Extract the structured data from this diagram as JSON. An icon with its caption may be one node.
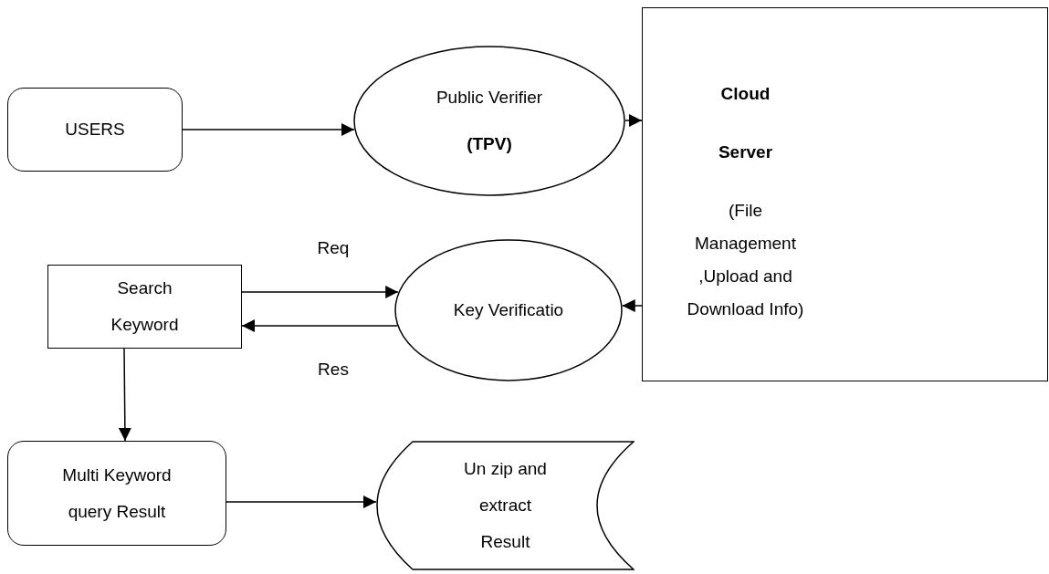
{
  "diagram": {
    "nodes": [
      {
        "text": [
          "USERS"
        ]
      },
      {
        "text": [
          "Public Verifier",
          "(TPV)"
        ]
      },
      {
        "text": [
          "Cloud Server",
          "(File Management ,Upload and Download Info)"
        ]
      },
      {
        "text": [
          "Search Keyword"
        ]
      },
      {
        "text": [
          "Key Verificatio"
        ]
      },
      {
        "text": [
          "Multi Keyword query Result"
        ]
      },
      {
        "text": [
          "Un zip and extract Result"
        ]
      }
    ],
    "edges": [
      {
        "from": 0,
        "to": 1,
        "arrow": "to"
      },
      {
        "from": 1,
        "to": 2,
        "arrow": "to"
      },
      {
        "from": 3,
        "to": 4,
        "arrow": "to",
        "label": "Req"
      },
      {
        "from": 4,
        "to": 3,
        "arrow": "to",
        "label": "Res"
      },
      {
        "from": 2,
        "to": 4,
        "arrow": "to"
      },
      {
        "from": 3,
        "to": 5,
        "arrow": "to"
      },
      {
        "from": 5,
        "to": 6,
        "arrow": "to"
      }
    ]
  }
}
